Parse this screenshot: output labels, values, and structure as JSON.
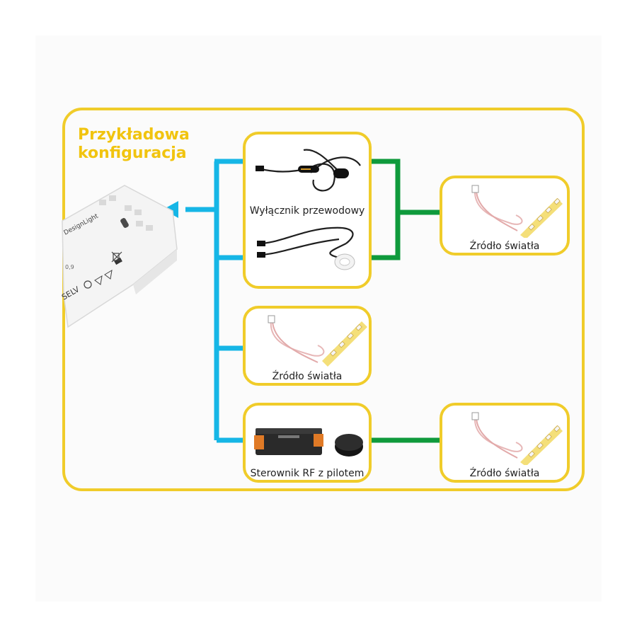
{
  "title": {
    "line1": "Przykładowa",
    "line2": "konfiguracja"
  },
  "device": {
    "brand": "DesignLight",
    "marking": "SELV",
    "side_text": "0,9"
  },
  "cards": {
    "switch": {
      "label": "Wyłącznik przewodowy"
    },
    "light_right_top": {
      "label": "Źródło światła"
    },
    "light_middle": {
      "label": "Źródło światła"
    },
    "rf_controller": {
      "label": "Sterownik RF z pilotem"
    },
    "light_right_bottom": {
      "label": "Źródło światła"
    }
  },
  "colors": {
    "accent": "#f0cc2a",
    "title": "#f1c40f",
    "bus": "#16b6e6",
    "link": "#0f9a3c"
  }
}
